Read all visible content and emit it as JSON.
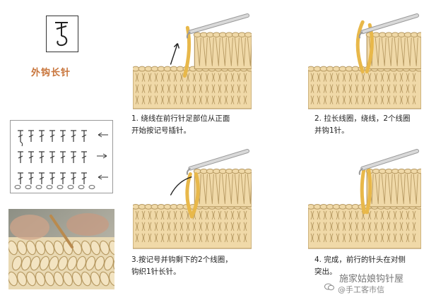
{
  "stitch": {
    "name": "外钩长针"
  },
  "steps": [
    {
      "caption": "1. 绕线在前行针足部位从正面\n开始按记号插针。"
    },
    {
      "caption": "2. 拉长线圈，绕线，2个线圈\n并钩1针。"
    },
    {
      "caption": "3.按记号并钩剩下的2个线圈，\n钩织1针长针。"
    },
    {
      "caption": "4. 完成，前行的针头在对侧\n突出。"
    }
  ],
  "watermark": {
    "line1": "施家姑娘钩针屋",
    "line2": "@手工客市信"
  },
  "colors": {
    "title": "#c8743a",
    "yarn": "#f0d9a8",
    "yarn_outline": "#b79a63",
    "working_yarn": "#e8b84a",
    "hook": "#d9d9d9",
    "arrow": "#222222"
  },
  "icons": {
    "symbol": "front-post-double-crochet-symbol",
    "chart": "stitch-chart",
    "photo": "crochet-photo"
  }
}
